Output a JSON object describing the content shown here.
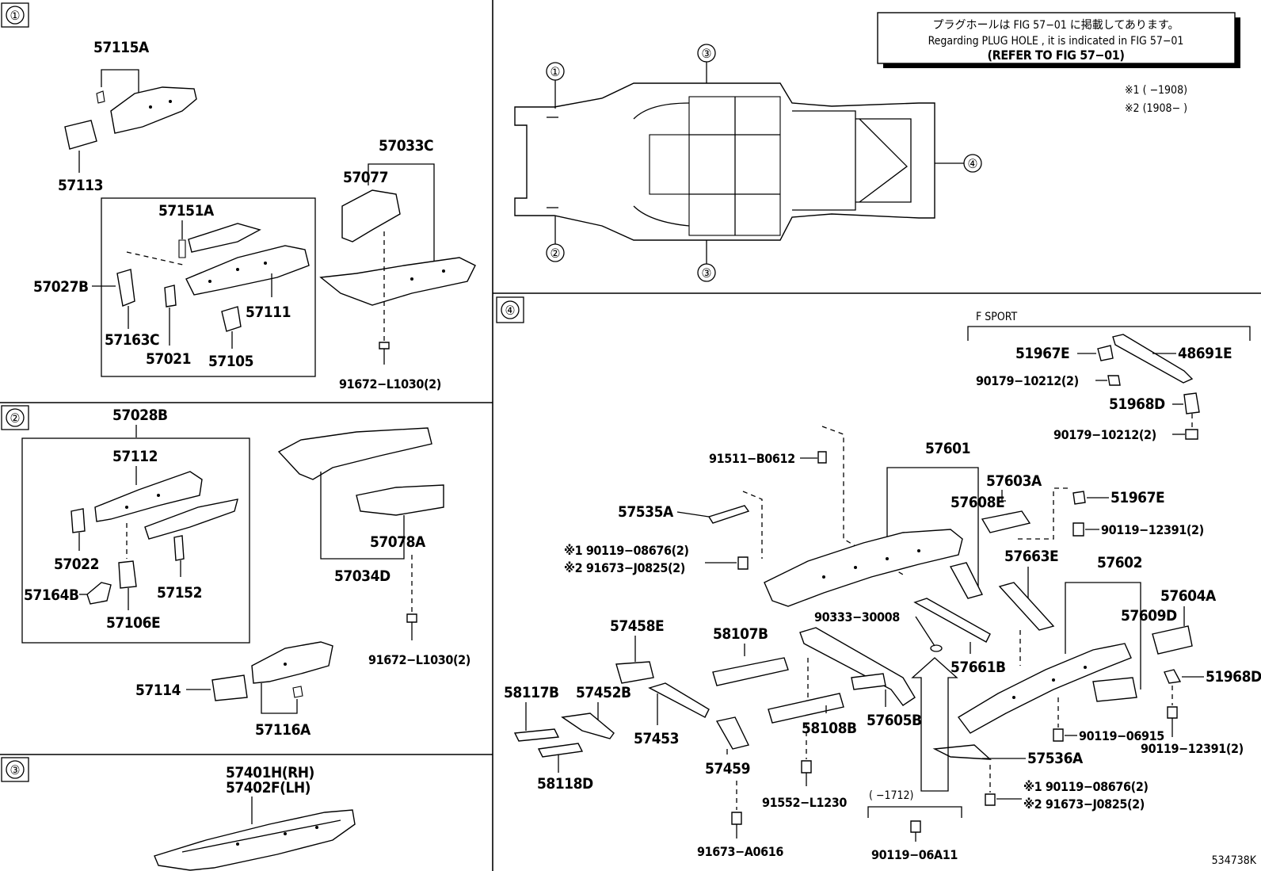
{
  "sections": {
    "s1": "①",
    "s2": "②",
    "s3": "③",
    "s4": "④"
  },
  "overview": {
    "labels": {
      "a": "①",
      "b": "②",
      "c": "③",
      "d": "③",
      "e": "④"
    },
    "note_line1": "プラグホールは FIG 57−01 に掲載してあります。",
    "note_line2": "Regarding  PLUG  HOLE , it is indicated in FIG  57−01",
    "note_line3": "(REFER  TO  FIG 57−01)",
    "legend1": "※1 (        −1908)",
    "legend2": "※2 (1908−        )"
  },
  "section1": {
    "p57115A": "57115A",
    "p57113": "57113",
    "p57033C": "57033C",
    "p57077": "57077",
    "p57151A": "57151A",
    "p57027B": "57027B",
    "p57111": "57111",
    "p57163C": "57163C",
    "p57021": "57021",
    "p57105": "57105",
    "p91672": "91672−L1030(2)"
  },
  "section2": {
    "p57028B": "57028B",
    "p57112": "57112",
    "p57022": "57022",
    "p57164B": "57164B",
    "p57152": "57152",
    "p57106E": "57106E",
    "p57078A": "57078A",
    "p57034D": "57034D",
    "p91672": "91672−L1030(2)",
    "p57114": "57114",
    "p57116A": "57116A"
  },
  "section3": {
    "p57401H": "57401H(RH)",
    "p57402F": "57402F(LH)"
  },
  "section4": {
    "fsport": "F SPORT",
    "p51967E_a": "51967E",
    "p48691E": "48691E",
    "p90179_a": "90179−10212(2)",
    "p51968D_a": "51968D",
    "p90179_b": "90179−10212(2)",
    "p91511": "91511−B0612",
    "p57601": "57601",
    "p57603A": "57603A",
    "p57608E": "57608E",
    "p51967E_b": "51967E",
    "p90119_12391_a": "90119−12391(2)",
    "p57535A": "57535A",
    "p90119_08676_a": "※1 90119−08676(2)",
    "p91673_J0825_a": "※2 91673−J0825(2)",
    "p57663E": "57663E",
    "p57602": "57602",
    "p57604A": "57604A",
    "p57609D": "57609D",
    "p90333": "90333−30008",
    "p57661B": "57661B",
    "p51968D_b": "51968D",
    "p57458E": "57458E",
    "p58107B": "58107B",
    "p58117B": "58117B",
    "p57452B": "57452B",
    "p57453": "57453",
    "p58108B": "58108B",
    "p57605B": "57605B",
    "p90119_06915": "90119−06915",
    "p90119_12391_b": "90119−12391(2)",
    "p57536A": "57536A",
    "p58118D": "58118D",
    "p57459": "57459",
    "p91552": "91552−L1230",
    "range": "(        −1712)",
    "p90119_08676_b": "※1 90119−08676(2)",
    "p91673_J0825_b": "※2 91673−J0825(2)",
    "p91673_A0616": "91673−A0616",
    "p90119_06A11": "90119−06A11"
  },
  "figure_id": "534738K"
}
